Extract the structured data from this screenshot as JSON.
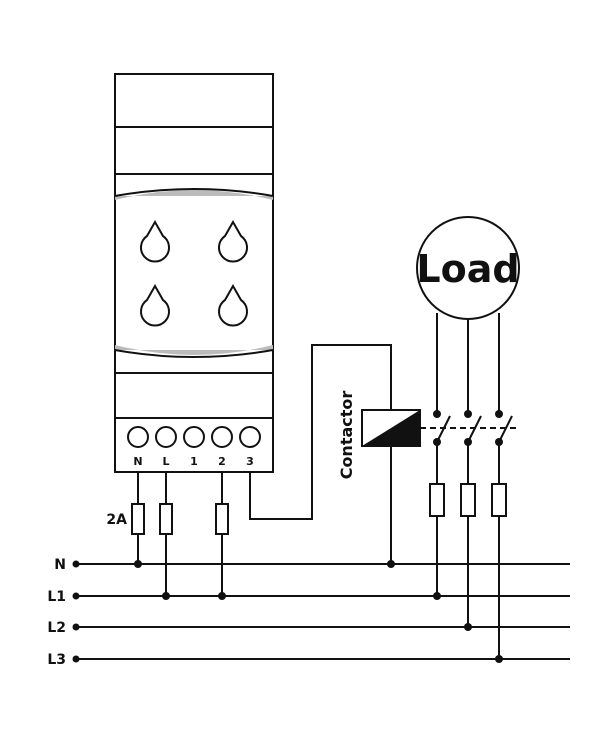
{
  "bus_labels": [
    "N",
    "L1",
    "L2",
    "L3"
  ],
  "terminal_labels": [
    "N",
    "L",
    "1",
    "2",
    "3"
  ],
  "fuse_rating": "2A",
  "load_label": "Load",
  "contactor_label": "Contactor"
}
